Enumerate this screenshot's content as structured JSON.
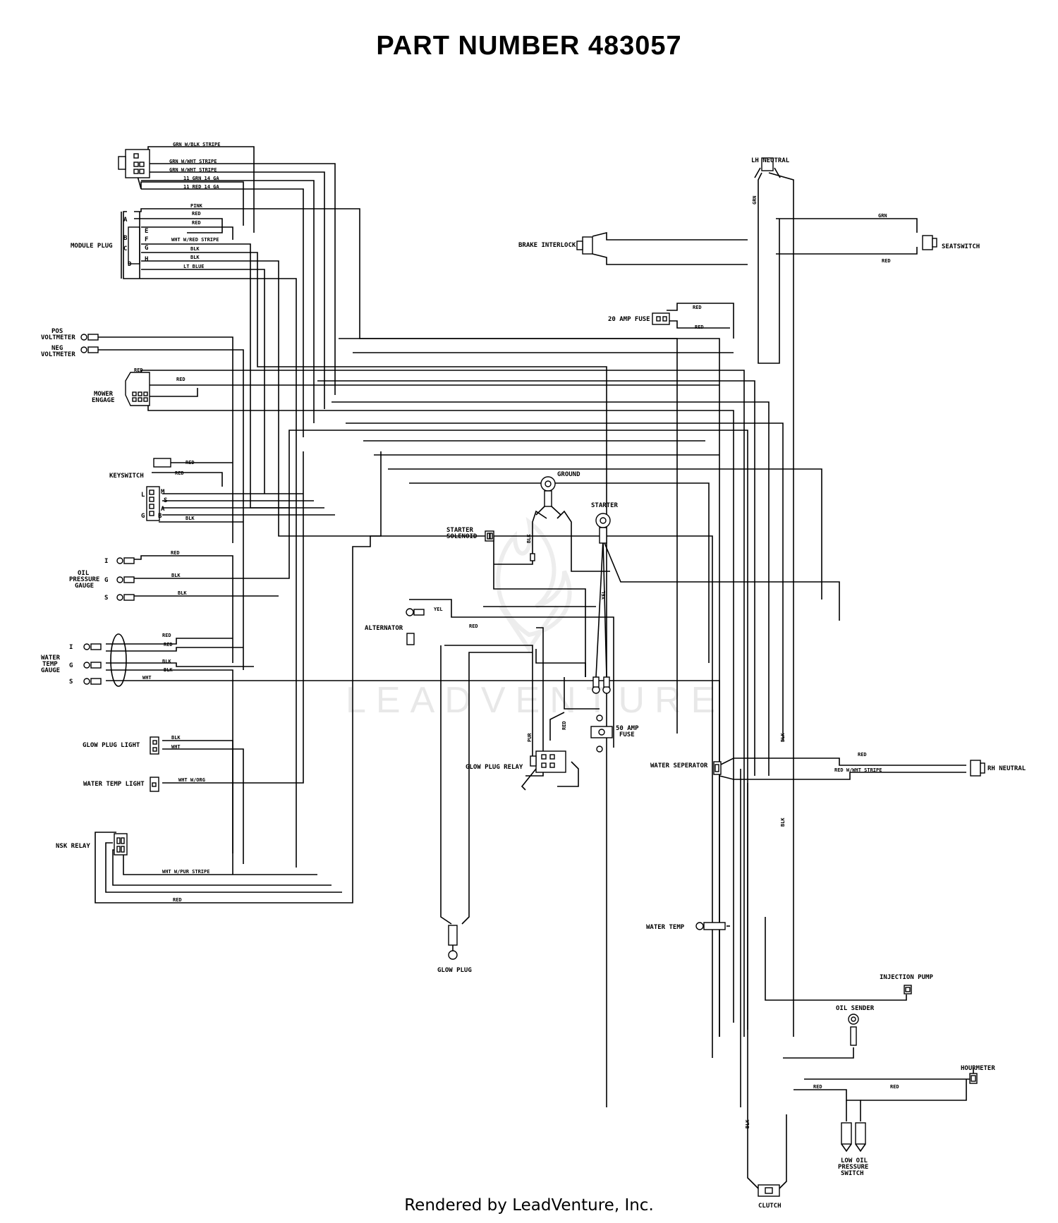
{
  "title": "PART  NUMBER  483057",
  "footer": "Rendered by LeadVenture, Inc.",
  "watermark": "LEADVENTURE",
  "components": {
    "module_plug": "MODULE PLUG",
    "pos_voltmeter": [
      "POS",
      "VOLTMETER"
    ],
    "neg_voltmeter": [
      "NEG",
      "VOLTMETER"
    ],
    "mower_engage": [
      "MOWER",
      "ENGAGE"
    ],
    "keyswitch": "KEYSWITCH",
    "oil_pressure_gauge": [
      "OIL",
      "PRESSURE",
      "GAUGE"
    ],
    "water_temp_gauge": [
      "WATER",
      "TEMP",
      "GAUGE"
    ],
    "glow_plug_light": "GLOW PLUG LIGHT",
    "water_temp_light": "WATER TEMP LIGHT",
    "nsk_relay": "NSK RELAY",
    "lh_neutral": "LH NEUTRAL",
    "brake_interlock": "BRAKE INTERLOCK",
    "seatswitch": "SEATSWITCH",
    "fuse_20": "20 AMP FUSE",
    "ground": "GROUND",
    "starter": "STARTER",
    "starter_solenoid": [
      "STARTER",
      "SOLENOID"
    ],
    "alternator": "ALTERNATOR",
    "fuse_50": [
      "50 AMP",
      "FUSE"
    ],
    "glow_plug_relay": "GLOW PLUG RELAY",
    "water_seperator": "WATER SEPERATOR",
    "rh_neutral": "RH NEUTRAL",
    "glow_plug": "GLOW PLUG",
    "water_temp": "WATER TEMP",
    "injection_pump": "INJECTION PUMP",
    "oil_sender": "OIL SENDER",
    "hourmeter": "HOURMETER",
    "low_oil_pressure_switch": [
      "LOW OIL",
      "PRESSURE",
      "SWITCH"
    ],
    "clutch": "CLUTCH"
  },
  "wire_labels": {
    "grn_blk": "GRN W/BLK STRIPE",
    "grn_wht1": "GRN W/WHT STRIPE",
    "grn_wht2": "GRN W/WHT STRIPE",
    "grn14": "11 GRN 14 GA",
    "red14": "11 RED 14 GA",
    "pink": "PINK",
    "red_a": "RED",
    "red_b": "RED",
    "wht_red": "WHT W/RED STRIPE",
    "blk_a": "BLK",
    "blk_b": "BLK",
    "lt_blue": "LT BLUE",
    "mower_red1": "RED",
    "mower_red2": "RED",
    "key_red1": "RED",
    "key_red2": "RED",
    "key_blk": "BLK",
    "oil_red": "RED",
    "oil_blk1": "BLK",
    "oil_blk2": "BLK",
    "wt_red1": "RED",
    "wt_red2": "RED",
    "wt_blk1": "BLK",
    "wt_blk2": "BLK",
    "wt_wht": "WHT",
    "gpl_blk": "BLK",
    "gpl_wht": "WHT",
    "wtl_wht_org": "WHT W/ORG",
    "nsk_wht_pur": "WHT W/PUR STRIPE",
    "nsk_red": "RED",
    "lh_grn": "GRN",
    "seat_grn": "GRN",
    "seat_red": "RED",
    "fuse_red1": "RED",
    "fuse_red2": "RED",
    "solenoid_blk": "BLK",
    "starter_yel": "YEL",
    "alt_yel": "YEL",
    "alt_red": "RED",
    "relay_pur": "PUR",
    "relay_red": "RED",
    "sep_blk1": "BLK",
    "sep_blk2": "BLK",
    "rh_red": "RED",
    "rh_red_wht": "RED W/WHT STRIPE",
    "clutch_blk": "BLK",
    "low_red1": "RED",
    "low_red2": "RED"
  },
  "pin_labels": {
    "module_left": [
      "A",
      "B",
      "C",
      "D"
    ],
    "module_right": [
      "E",
      "F",
      "G",
      "H"
    ],
    "key_left": [
      "L",
      "G"
    ],
    "key_right": [
      "M",
      "S",
      "A",
      "B"
    ],
    "oil": [
      "I",
      "G",
      "S"
    ],
    "wt": [
      "I",
      "G",
      "S"
    ]
  }
}
